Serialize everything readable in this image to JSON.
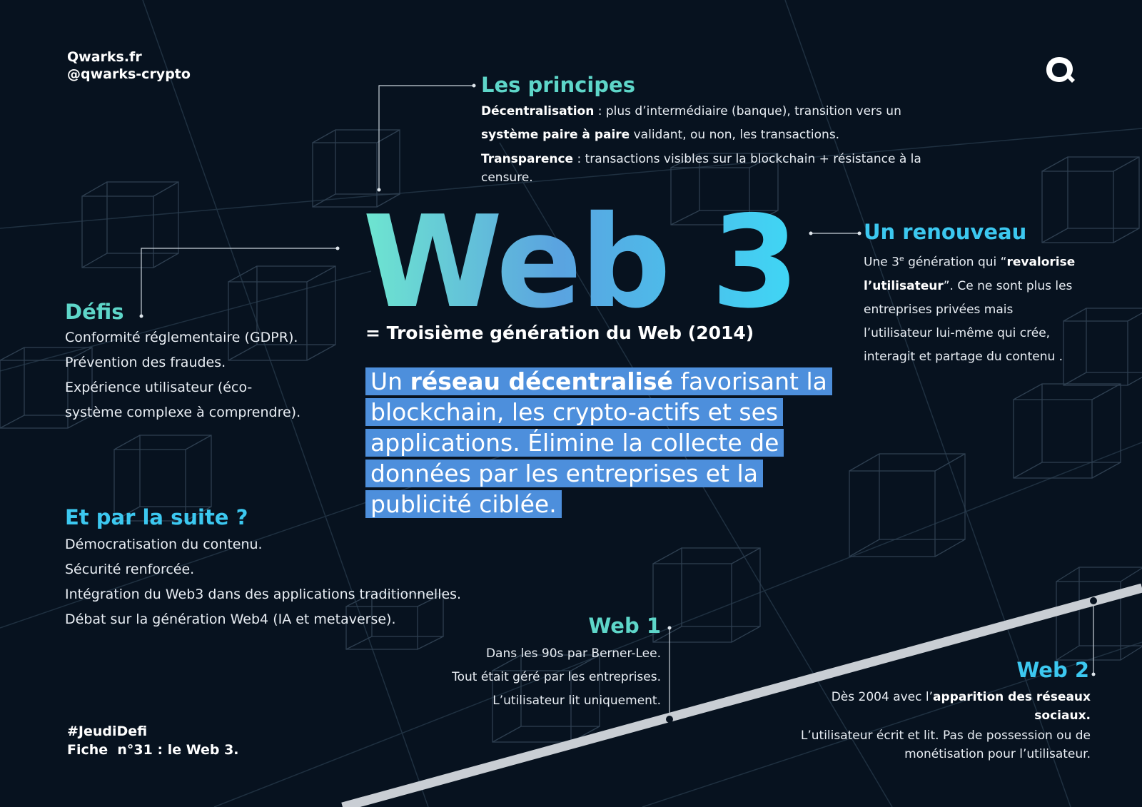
{
  "brand": {
    "site": "Qwarks.fr",
    "handle": "@qwarks-crypto"
  },
  "logo_icon": "q-loop-logo-icon",
  "principles": {
    "title": "Les principes",
    "l1_bold": "Décentralisation",
    "l1_rest": " : plus d’intermédiaire (banque), transition vers un",
    "l2_bold": "système paire à paire",
    "l2_rest": " validant, ou non, les transactions.",
    "l3_bold": "Transparence",
    "l3_rest": " : transactions visibles sur la blockchain + résistance à la",
    "l4": "censure."
  },
  "main": {
    "title": "Web 3",
    "subtitle": "= Troisième génération du Web (2014)",
    "hl1_pre": "Un ",
    "hl1_bold": "réseau décentralisé",
    "hl1_post": " favorisant la",
    "hl2": "blockchain, les crypto-actifs et ses",
    "hl3": "applications. Élimine la collecte de",
    "hl4": "données par les entreprises et la",
    "hl5": "publicité ciblée."
  },
  "renouveau": {
    "title": "Un renouveau",
    "l1_pre": "Une 3",
    "l1_sup": "e",
    "l1_mid": " génération qui “",
    "l1_bold": "revalorise",
    "l2_bold": "l’utilisateur",
    "l2_rest": "”. Ce ne sont plus les",
    "l3": "entreprises privées mais",
    "l4": "l’utilisateur lui-même qui crée,",
    "l5": "interagit et partage du contenu ."
  },
  "defis": {
    "title": "Défis",
    "items": [
      "Conformité réglementaire (GDPR).",
      "Prévention des fraudes.",
      "Expérience utilisateur (éco-",
      "système complexe à comprendre)."
    ]
  },
  "suite": {
    "title": "Et par la suite ?",
    "items": [
      "Démocratisation du contenu.",
      "Sécurité renforcée.",
      "Intégration du Web3 dans des applications traditionnelles.",
      "Débat sur la génération Web4 (IA et metaverse)."
    ]
  },
  "web1": {
    "title": "Web 1",
    "lines": [
      "Dans les 90s par Berner-Lee.",
      "Tout était géré par les entreprises.",
      "L’utilisateur lit uniquement."
    ]
  },
  "web2": {
    "title": "Web 2",
    "l1_pre": "Dès 2004 avec l’",
    "l1_bold": "apparition des réseaux",
    "l2_bold": "sociaux.",
    "l3": "L’utilisateur écrit et lit. Pas de possession ou de",
    "l4": "monétisation pour l’utilisateur."
  },
  "footer": {
    "hashtag": "#JeudiDefi",
    "fiche": "Fiche  n°31 : le Web 3."
  },
  "colors": {
    "background": "#07121f",
    "heading_teal": "#5ed6c9",
    "heading_blue": "#3cc8f0",
    "highlight": "#4d8fdc",
    "timeline": "#c9ced4"
  }
}
